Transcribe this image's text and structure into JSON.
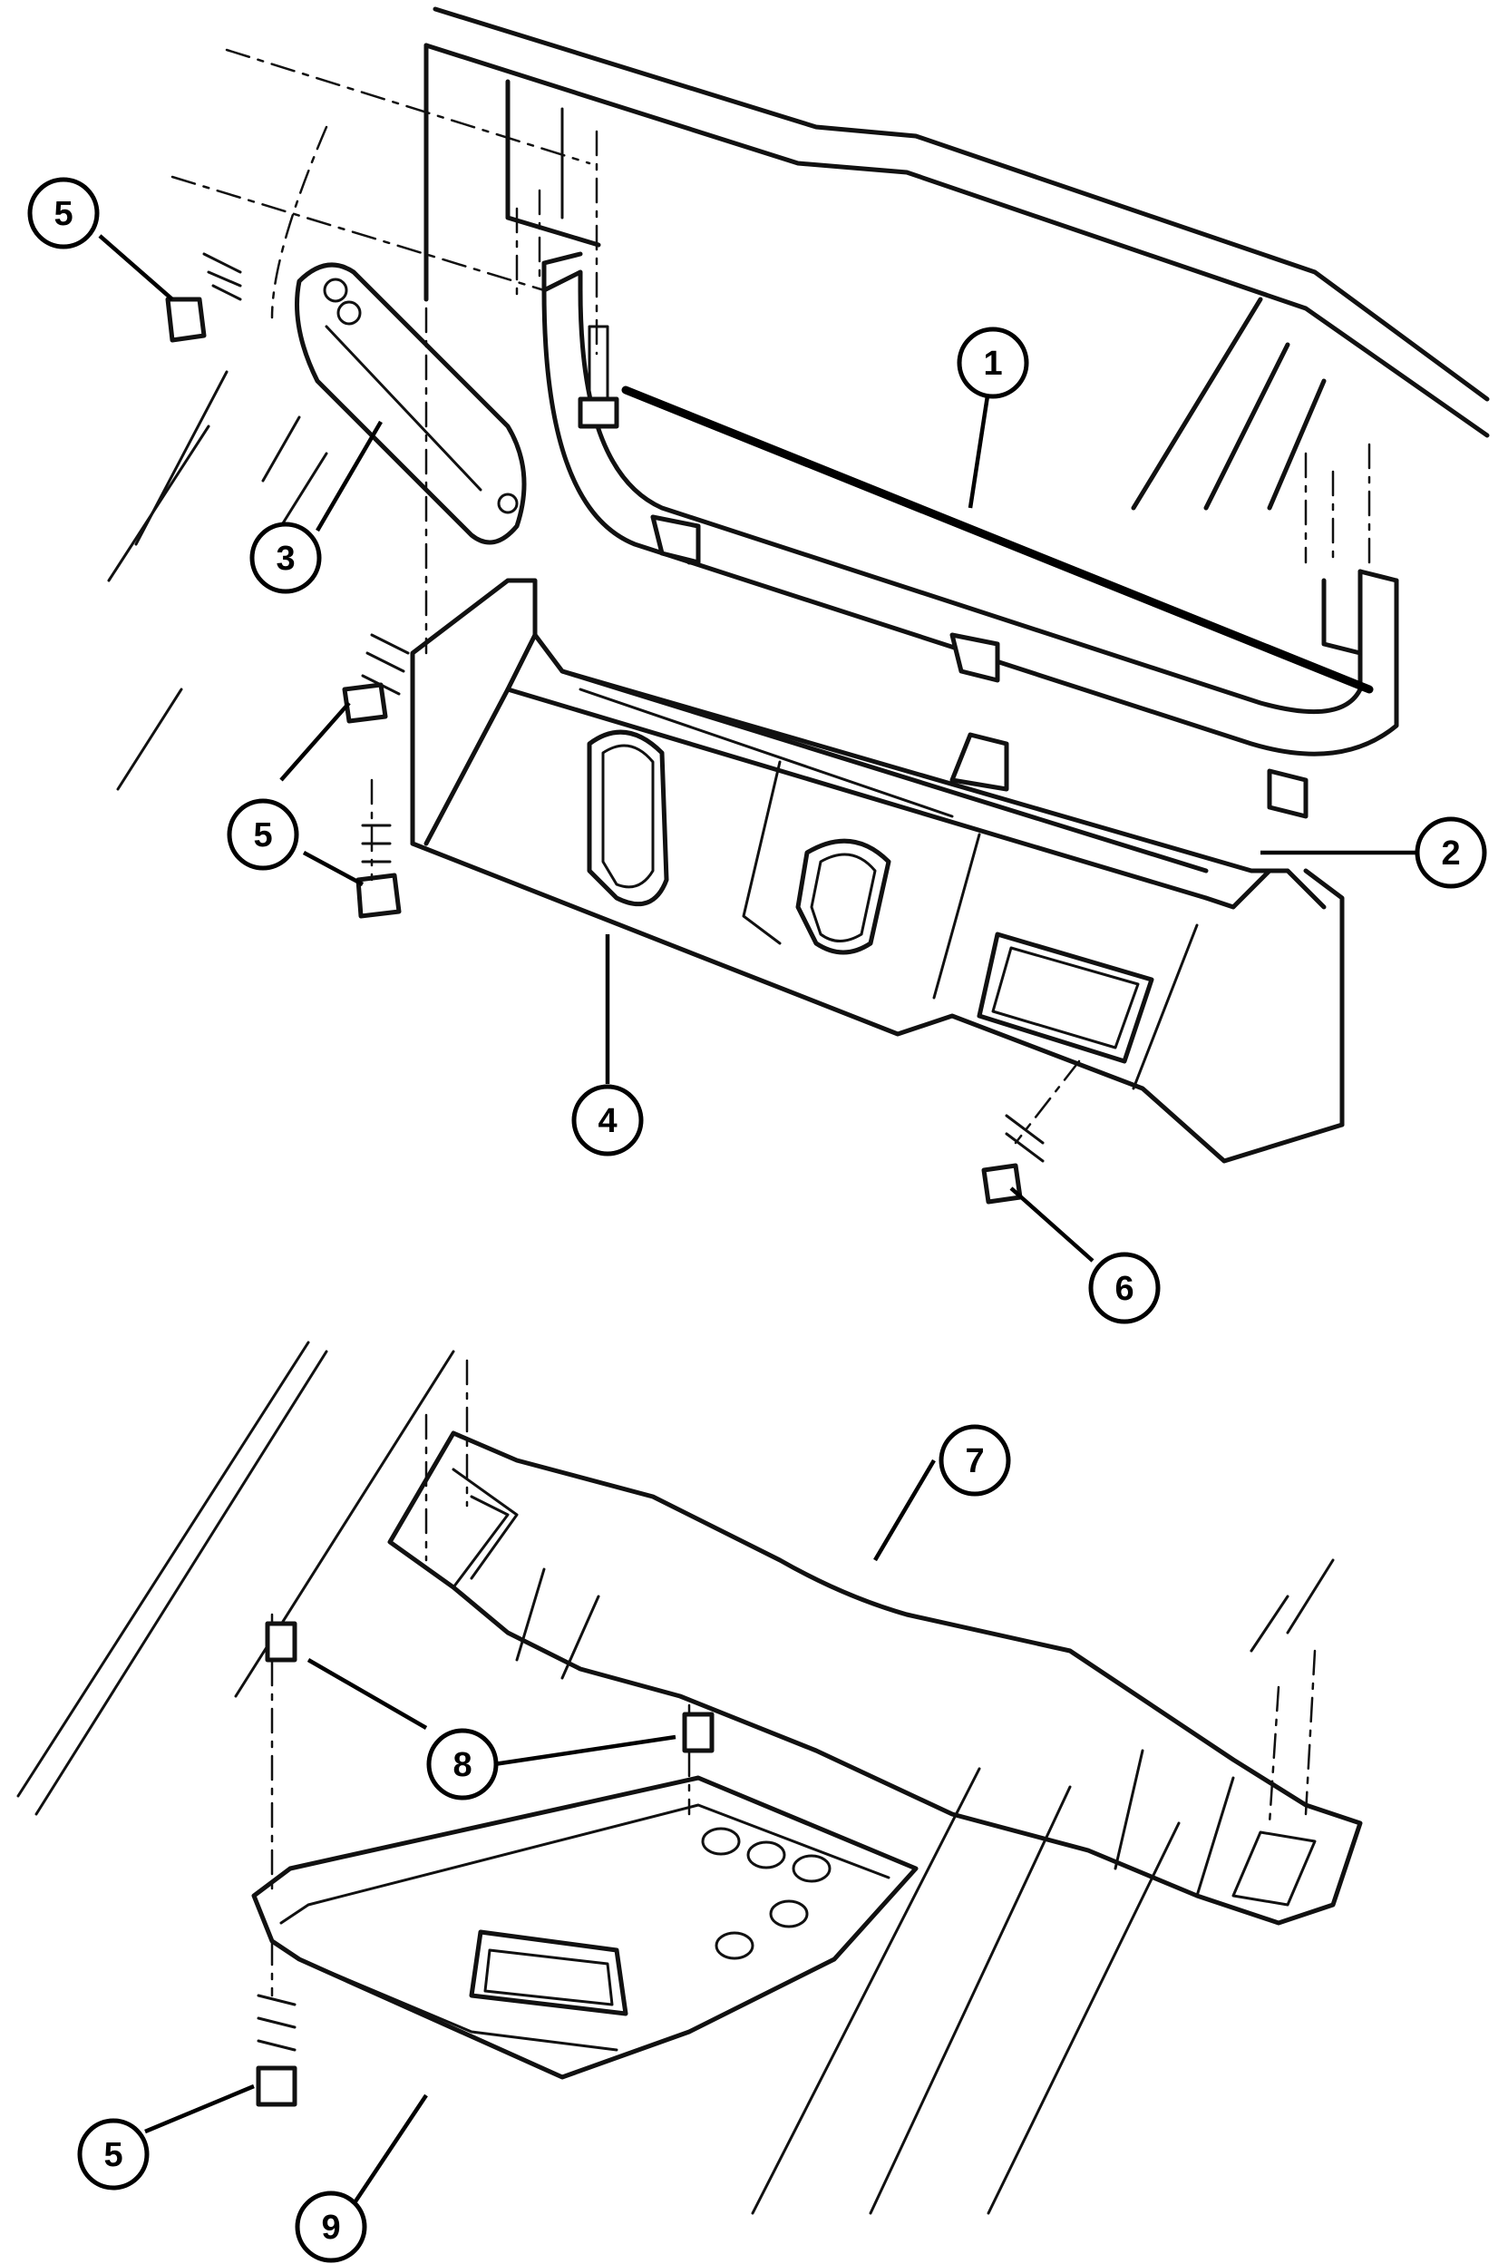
{
  "callouts": [
    {
      "id": "c1",
      "label": "1"
    },
    {
      "id": "c2",
      "label": "2"
    },
    {
      "id": "c3",
      "label": "3"
    },
    {
      "id": "c4",
      "label": "4"
    },
    {
      "id": "c5a",
      "label": "5"
    },
    {
      "id": "c5b",
      "label": "5"
    },
    {
      "id": "c6",
      "label": "6"
    },
    {
      "id": "c7",
      "label": "7"
    },
    {
      "id": "c8",
      "label": "8"
    },
    {
      "id": "c5c",
      "label": "5"
    },
    {
      "id": "c9",
      "label": "9"
    }
  ]
}
